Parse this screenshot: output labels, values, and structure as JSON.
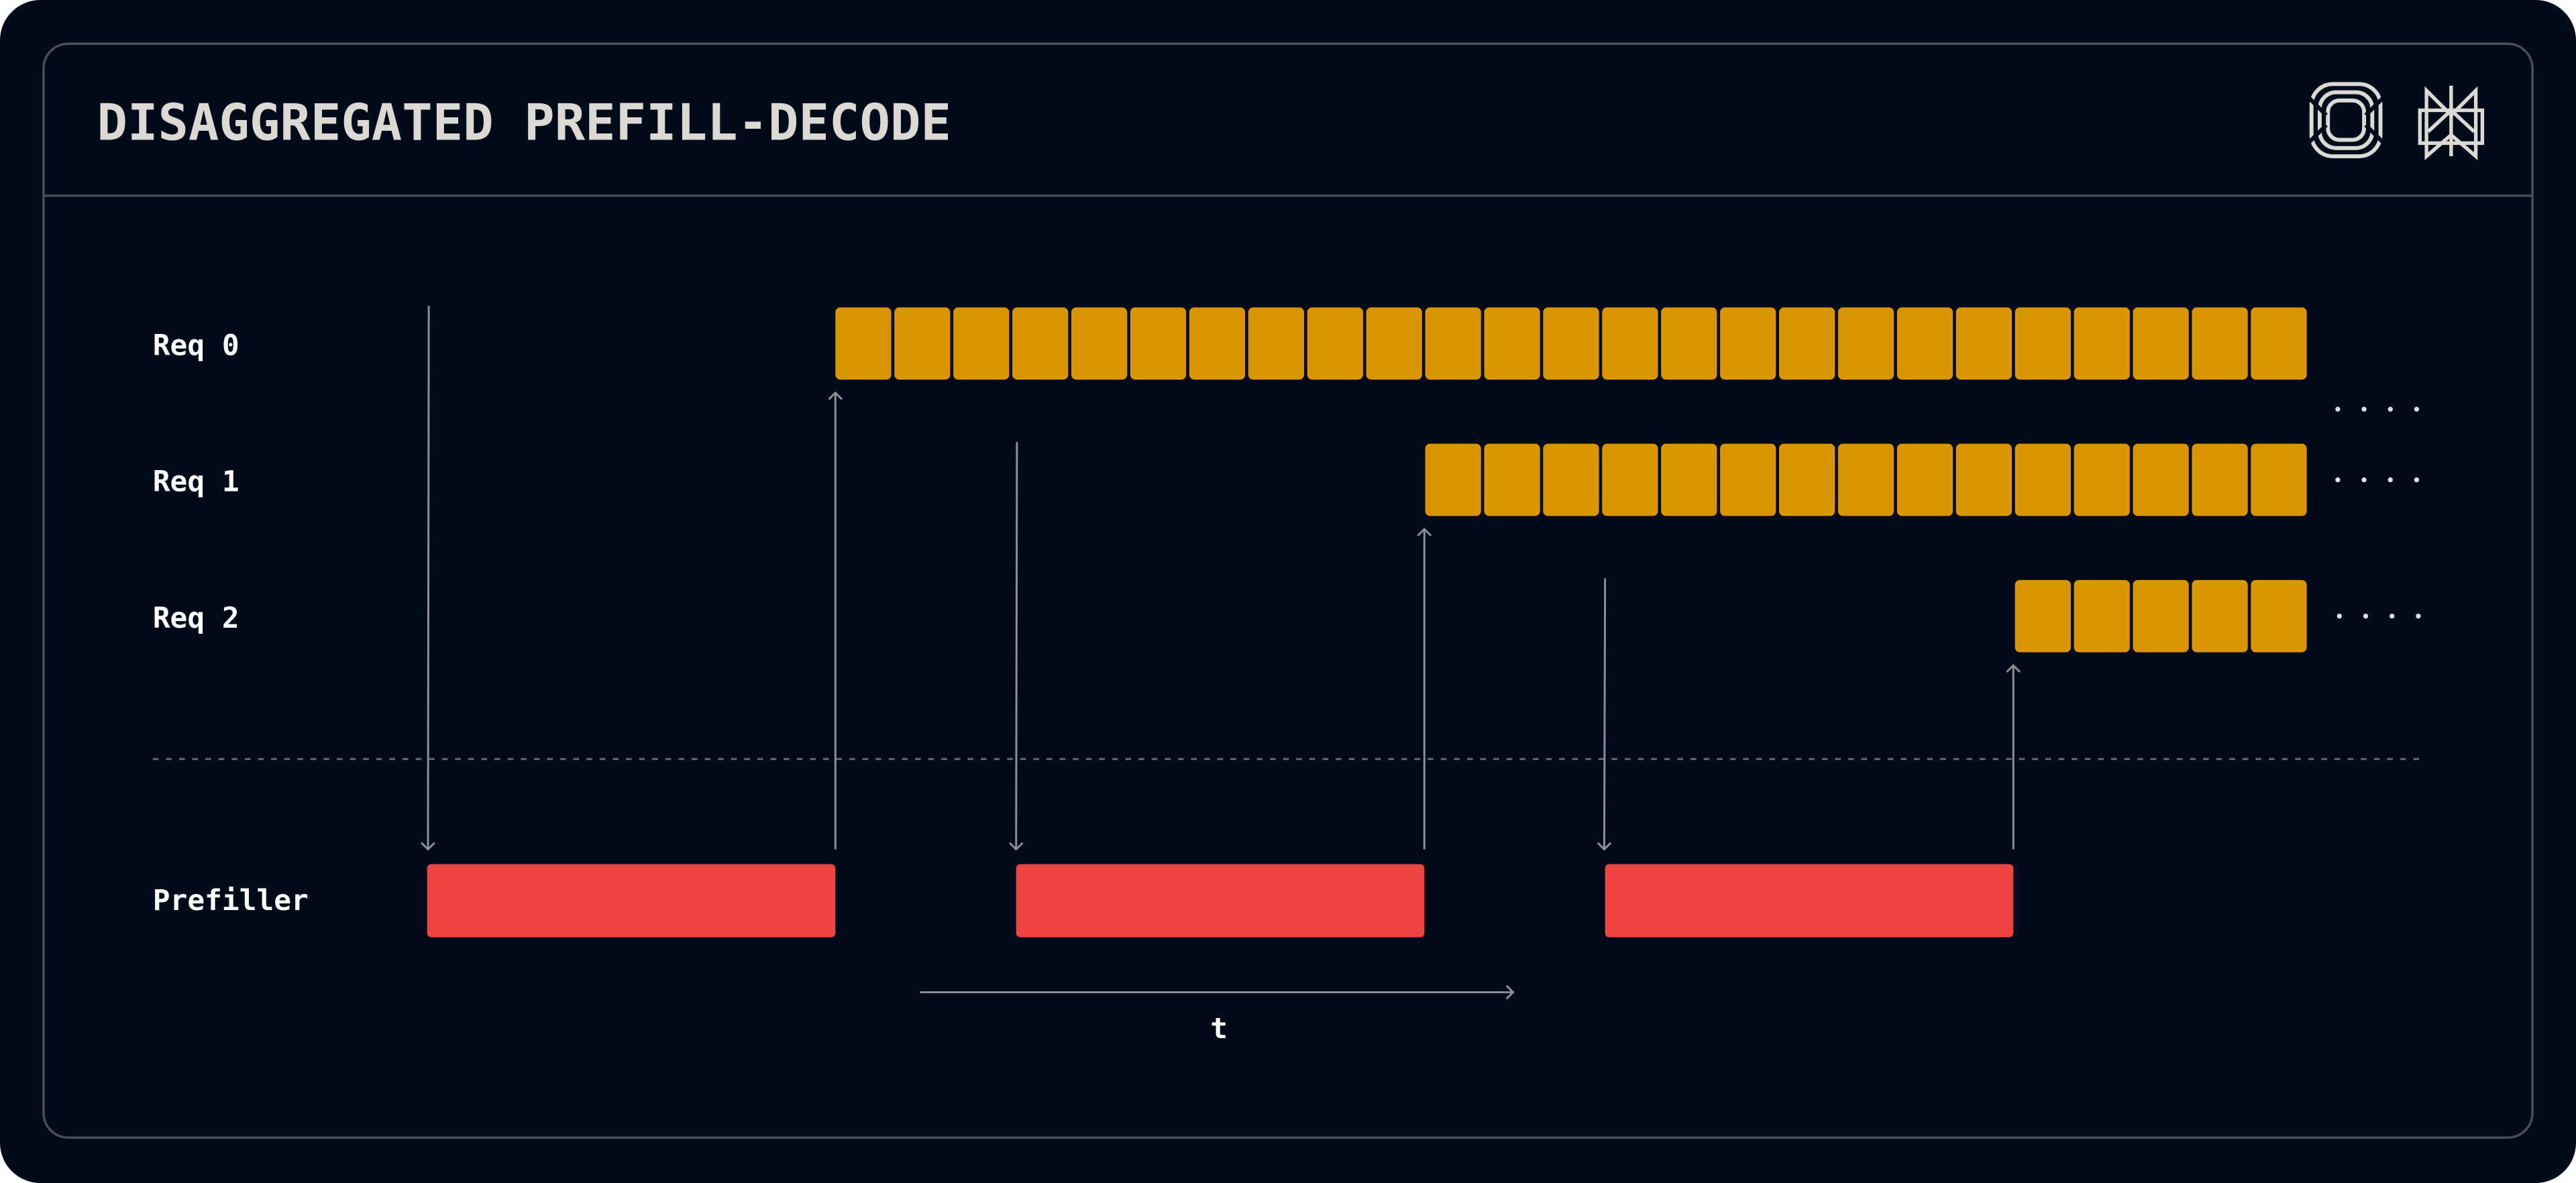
{
  "header": {
    "title": "DISAGGREGATED PREFILL-DECODE",
    "logos": [
      "concentric-rings-logo",
      "perplexity-logo"
    ]
  },
  "colors": {
    "background": "#010b1a",
    "border": "#4a5058",
    "title_text": "#dcd9d4",
    "decode_token": "#da9503",
    "prefill_block": "#ef4444",
    "arrow": "#8e9096",
    "dashed_line": "#6b6d72",
    "dots": "#dfe0e3"
  },
  "rows": [
    {
      "label": "Req 0",
      "decode_tokens": 25,
      "start_step": 0
    },
    {
      "label": "Req 1",
      "decode_tokens": 15,
      "start_step": 10
    },
    {
      "label": "Req 2",
      "decode_tokens": 5,
      "start_step": 20
    }
  ],
  "prefiller": {
    "label": "Prefiller",
    "jobs": [
      {
        "request": "Req 0",
        "order": 1
      },
      {
        "request": "Req 1",
        "order": 2
      },
      {
        "request": "Req 2",
        "order": 3
      }
    ]
  },
  "continuation": "....",
  "time_axis": {
    "label": "t"
  }
}
